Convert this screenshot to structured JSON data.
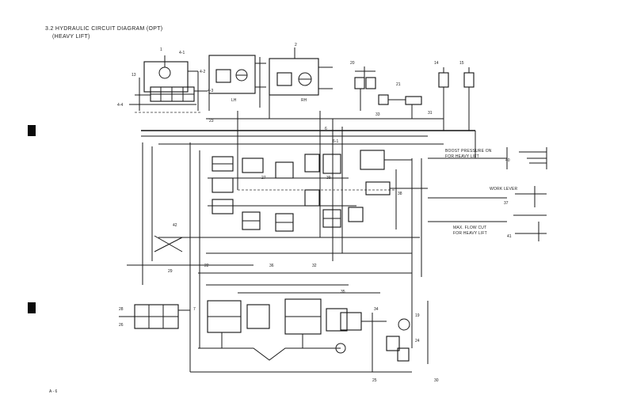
{
  "header": {
    "title": "3.2 HYDRAULIC CIRCUIT DIAGRAM (OPT)",
    "subtitle": "(HEAVY LIFT)"
  },
  "footer": {
    "page": "A - 6"
  },
  "notes": {
    "boost_pressure": "BOOST PRESSURE ON",
    "for_heavy_lift_1": "FOR HEAVY LIFT",
    "work_lever": "WORK LEVER",
    "max_flow": "MAX. FLOW CUT",
    "for_heavy_lift_2": "FOR HEAVY LIFT"
  },
  "labels": {
    "lh": "LH",
    "rh": "RH",
    "n1": "1",
    "n2": "2",
    "n4_1": "4-1",
    "n4_2": "4-2",
    "n4_3": "4-3",
    "n4_4": "4-4",
    "n6": "6",
    "n6_1": "6-1",
    "n7": "7",
    "n13": "13",
    "n14": "14",
    "n15": "15",
    "n19": "19",
    "n20": "20",
    "n21": "21",
    "n22": "22",
    "n23": "23",
    "n24": "24",
    "n25": "25",
    "n26": "26",
    "n27": "27",
    "n28": "28",
    "n29": "29",
    "n30": "30",
    "n31": "31",
    "n32": "32",
    "n33": "33",
    "n34": "34",
    "n35": "35",
    "n36": "36",
    "n37": "37",
    "n38": "38",
    "n39": "39",
    "n40": "40",
    "n41": "41",
    "n42": "42"
  }
}
